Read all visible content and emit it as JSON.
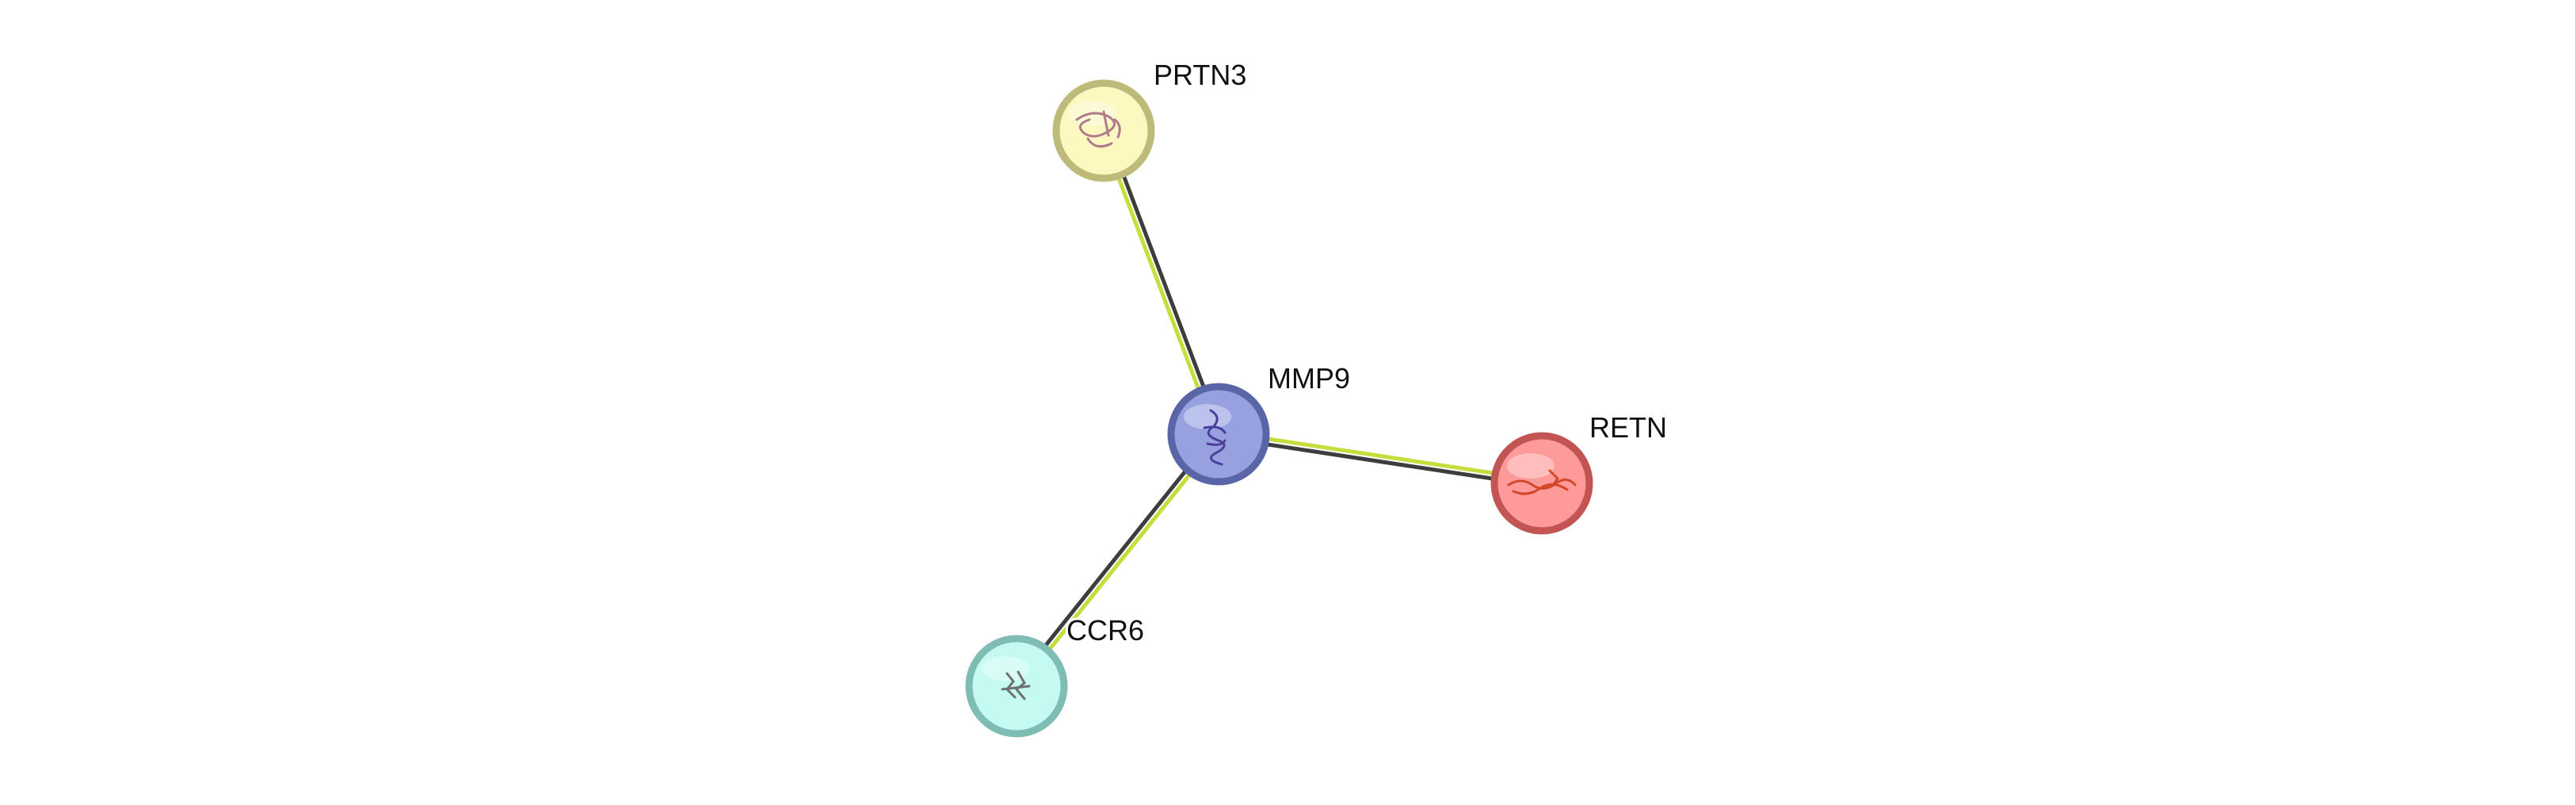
{
  "network": {
    "nodes": [
      {
        "id": "MMP9",
        "label": "MMP9",
        "fill": "#97a1e0",
        "stroke": "#5a65a8",
        "structure_color": "#4a3f9a"
      },
      {
        "id": "PRTN3",
        "label": "PRTN3",
        "fill": "#fbf8c0",
        "stroke": "#bdba7a",
        "structure_color": "#b07a8a"
      },
      {
        "id": "RETN",
        "label": "RETN",
        "fill": "#ff9a9a",
        "stroke": "#c25454",
        "structure_color": "#d4482a"
      },
      {
        "id": "CCR6",
        "label": "CCR6",
        "fill": "#c4faf2",
        "stroke": "#7fbdb4",
        "structure_color": "#707070"
      }
    ],
    "edges": [
      {
        "source": "MMP9",
        "target": "PRTN3",
        "evidence_colors": [
          "#c6dd3d",
          "#3d3d3d"
        ]
      },
      {
        "source": "MMP9",
        "target": "RETN",
        "evidence_colors": [
          "#c6dd3d",
          "#3d3d3d"
        ]
      },
      {
        "source": "MMP9",
        "target": "CCR6",
        "evidence_colors": [
          "#c6dd3d",
          "#3d3d3d"
        ]
      }
    ]
  }
}
